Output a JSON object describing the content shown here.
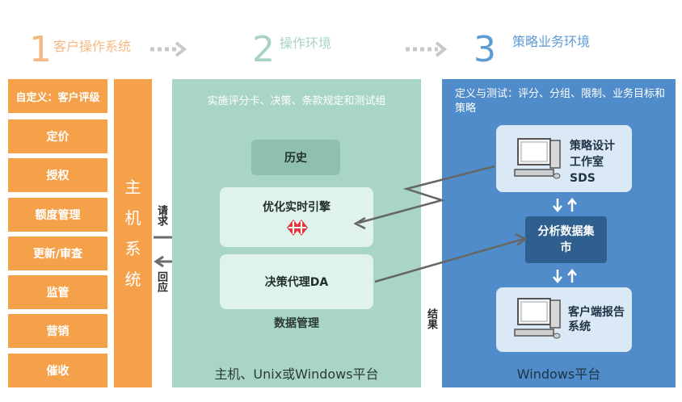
{
  "steps": [
    {
      "num": "1",
      "title": "客户操作系统",
      "color": "#f5b983"
    },
    {
      "num": "2",
      "title": "操作环境",
      "color": "#a8d3c2"
    },
    {
      "num": "3",
      "title": "策略业务环境",
      "color": "#5e9bd5"
    }
  ],
  "left_menu": [
    "自定义：客户评级",
    "定价",
    "授权",
    "额度管理",
    "更新/审查",
    "监管",
    "营销",
    "催收"
  ],
  "host_system": [
    "主",
    "机",
    "系",
    "统"
  ],
  "flow_labels": {
    "request": "请求",
    "response": "回应",
    "result": "结果"
  },
  "green_panel": {
    "heading": "实施评分卡、决策、条款规定和测试组",
    "history": "历史",
    "engine": "优化实时引擎",
    "agent": "决策代理DA",
    "data_mgmt": "数据管理",
    "platform": "主机、Unix或Windows平台"
  },
  "blue_panel": {
    "heading": "定义与测试：评分、分组、限制、业务目标和策略",
    "sds": "策略设计工作室SDS",
    "datamart": "分析数据集市",
    "client": "客户端报告系统",
    "platform": "Windows平台"
  },
  "colors": {
    "orange": "#f5a14a",
    "green": "#a9d5c6",
    "blue": "#4f8cc9",
    "dark_box": "#2f5f8f"
  }
}
